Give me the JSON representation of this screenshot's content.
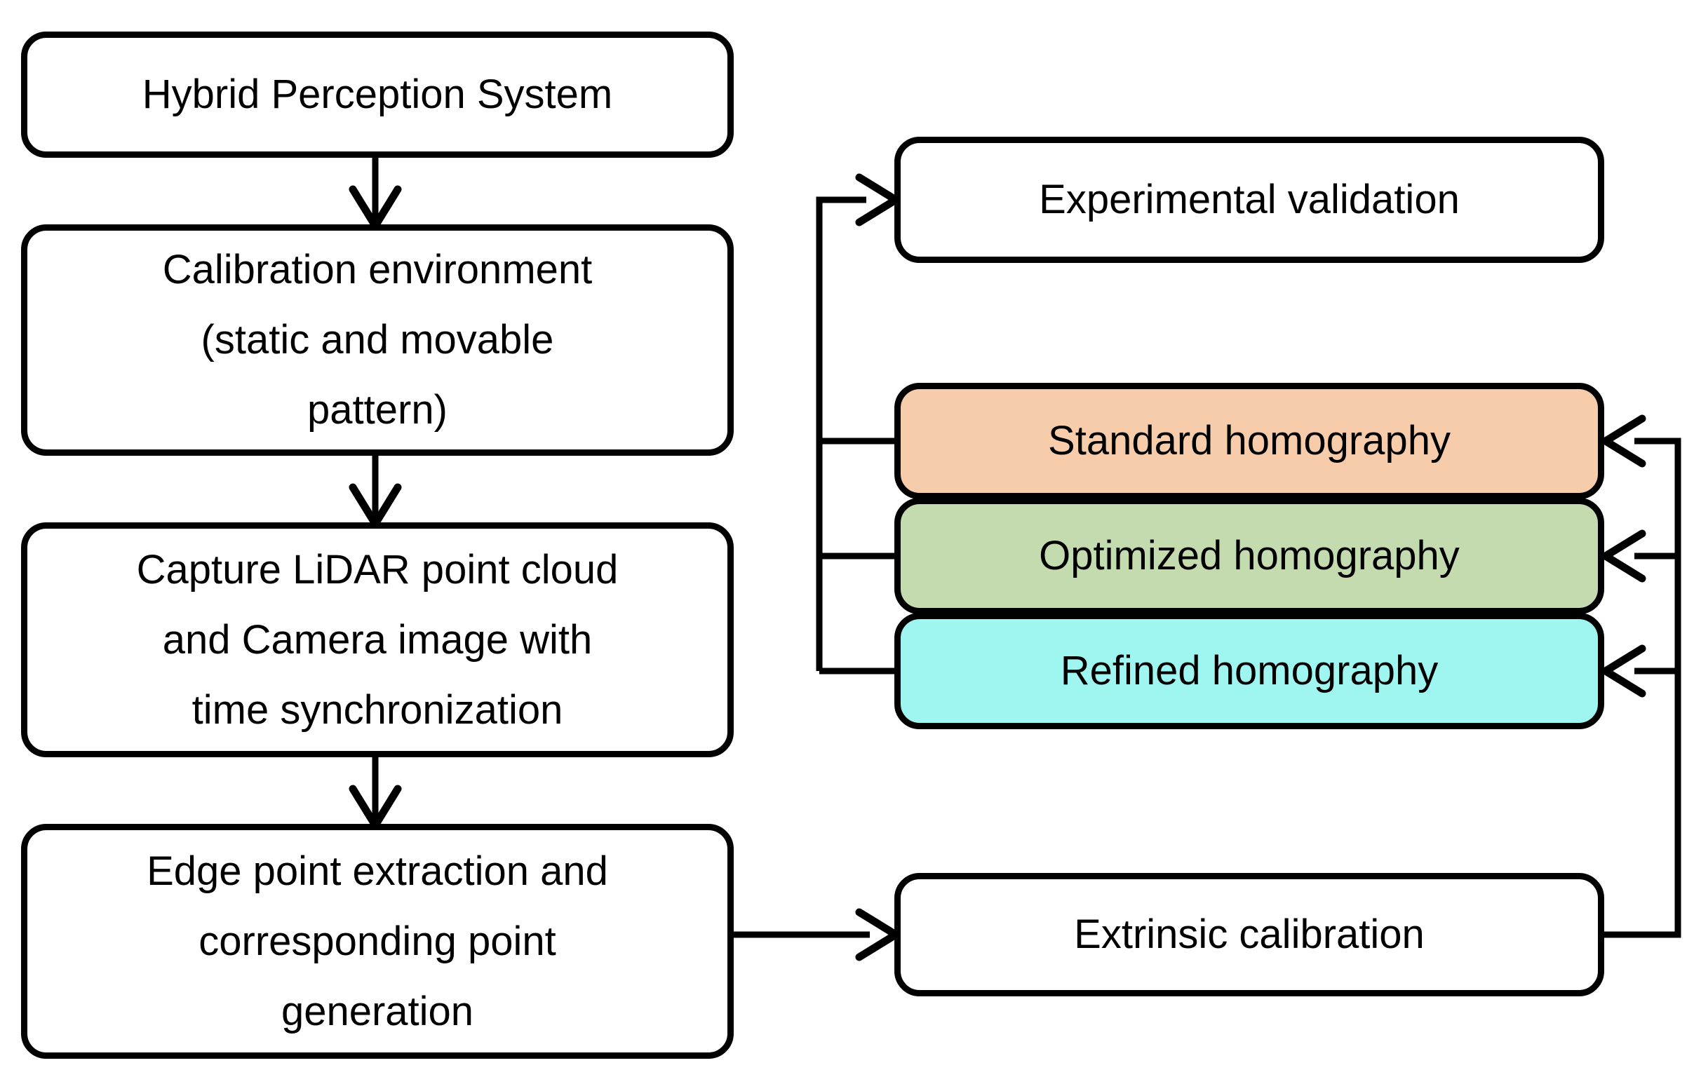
{
  "figure": {
    "type": "flowchart",
    "background": "#FFFFFF",
    "line_color": "#000000"
  },
  "colors": {
    "white_fill": "#FFFFFF",
    "standard_fill": "#F7CCAB",
    "optimized_fill": "#C4DAAF",
    "refined_fill": "#9FF5EF"
  },
  "boxes": {
    "hybrid": {
      "lines": [
        "Hybrid Perception System"
      ]
    },
    "calibration": {
      "lines": [
        "Calibration environment",
        "(static and movable",
        "pattern)"
      ]
    },
    "capture": {
      "lines": [
        "Capture LiDAR point cloud",
        "and Camera image with",
        "time synchronization"
      ]
    },
    "edge": {
      "lines": [
        "Edge point extraction and",
        "corresponding point",
        "generation"
      ]
    },
    "experimental": {
      "label": "Experimental validation"
    },
    "standard": {
      "label": "Standard homography"
    },
    "optimized": {
      "label": "Optimized homography"
    },
    "refined": {
      "label": "Refined homography"
    },
    "extrinsic": {
      "label": "Extrinsic calibration"
    }
  },
  "edges": [
    {
      "from": "hybrid",
      "to": "calibration",
      "arrow": true
    },
    {
      "from": "calibration",
      "to": "capture",
      "arrow": true
    },
    {
      "from": "capture",
      "to": "edge",
      "arrow": true
    },
    {
      "from": "edge",
      "to": "extrinsic",
      "arrow": true
    },
    {
      "from": "extrinsic",
      "to": "standard",
      "arrow": true
    },
    {
      "from": "extrinsic",
      "to": "optimized",
      "arrow": true
    },
    {
      "from": "extrinsic",
      "to": "refined",
      "arrow": true
    },
    {
      "from": "standard",
      "to": "experimental",
      "arrow": true
    },
    {
      "from": "optimized",
      "to": "experimental",
      "arrow": true
    },
    {
      "from": "refined",
      "to": "experimental",
      "arrow": true
    }
  ]
}
